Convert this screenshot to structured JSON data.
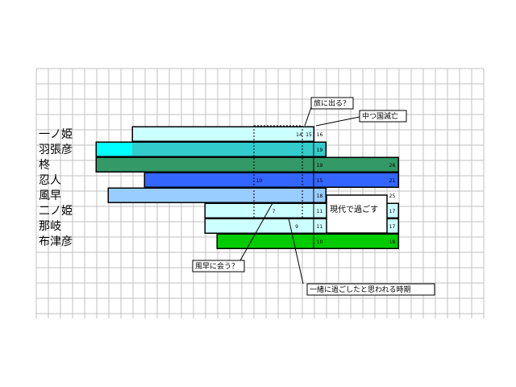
{
  "chart_data": {
    "type": "bar",
    "categories": [
      "一ノ姫",
      "羽張彦",
      "柊",
      "忍人",
      "風早",
      "二ノ姫",
      "那岐",
      "布津彦"
    ],
    "series": [
      {
        "category": "一ノ姫",
        "start": 2.5,
        "end": 17.5,
        "color": "#ccffff",
        "labels": [
          "14",
          "15",
          "16"
        ]
      },
      {
        "category": "羽張彦",
        "start": -0.5,
        "end": 18.5,
        "color": "#33cccc",
        "accent": "#00ffff",
        "accent_end": 2.5,
        "labels": [
          "19"
        ]
      },
      {
        "category": "柊",
        "start": -0.5,
        "end": 24.5,
        "color": "#339966",
        "labels": [
          "19",
          "26"
        ]
      },
      {
        "category": "忍人",
        "start": 3.5,
        "end": 24.5,
        "color": "#3366ff",
        "labels": [
          "10",
          "15",
          "21"
        ]
      },
      {
        "category": "風早",
        "start": 0.5,
        "end": 18.5,
        "color": "#99ccff",
        "labels": [
          "18",
          "25"
        ]
      },
      {
        "category": "二ノ姫",
        "start": 8.5,
        "end": 24.5,
        "color": "#ccffff",
        "labels": [
          "7",
          "11",
          "17"
        ]
      },
      {
        "category": "那岐",
        "start": 8.5,
        "end": 24.5,
        "color": "#ccffff",
        "labels": [
          "9",
          "11",
          "17"
        ]
      },
      {
        "category": "布津彦",
        "start": 9.5,
        "end": 24.5,
        "color": "#00cc00",
        "labels": [
          "10",
          "18"
        ]
      }
    ],
    "annotations": {
      "tabi": "旅に出る？",
      "nakatsukuni": "中つ国滅亡",
      "modern": "現代で過ごす",
      "kazahaya_meet": "風早に会う？",
      "together": "一緒に過ごしたと思われる時期"
    }
  }
}
